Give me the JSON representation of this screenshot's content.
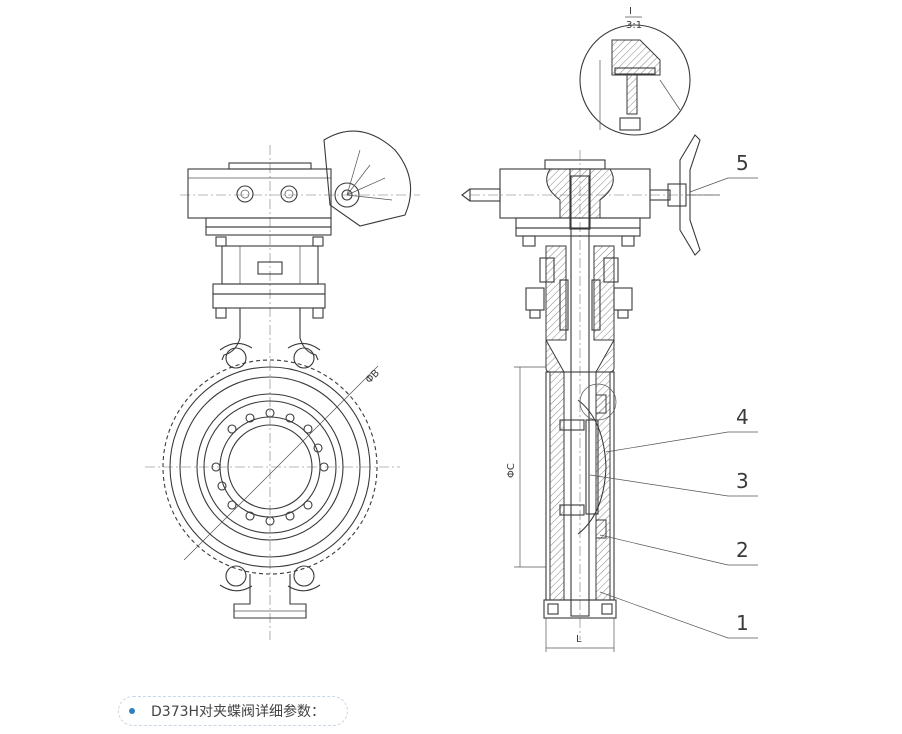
{
  "drawing": {
    "section_label_num": "I",
    "section_label_den": "3:1",
    "dim_b": "ΦB",
    "dim_c": "ΦC",
    "dim_l": "L",
    "callouts": [
      "5",
      "4",
      "3",
      "2",
      "1"
    ]
  },
  "caption": {
    "text": "D373H对夹蝶阀详细参数："
  },
  "colors": {
    "line": "#3a3a3a",
    "bullet": "#2f7fc1",
    "pill_border": "#c9d6e6"
  }
}
